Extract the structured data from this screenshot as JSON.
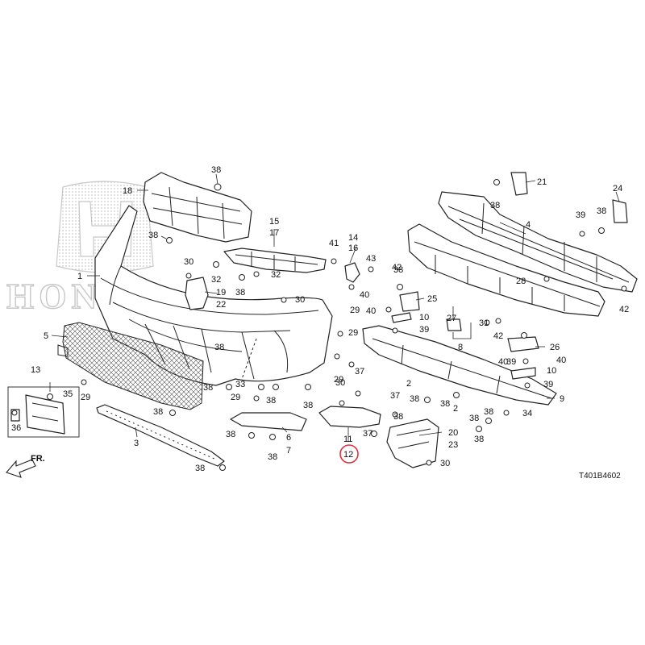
{
  "watermark": {
    "text": "HONDA"
  },
  "direction": {
    "label": "FR."
  },
  "diagram_code": "T401B4602",
  "highlighted_part": "12",
  "callouts": {
    "c1": "1",
    "c2a": "2",
    "c2b": "2",
    "c3": "3",
    "c4": "4",
    "c5": "5",
    "c6": "6",
    "c7": "7",
    "c8": "8",
    "c9": "9",
    "c10a": "10",
    "c10b": "10",
    "c11": "11",
    "c12": "12",
    "c13": "13",
    "c14": "14",
    "c15": "15",
    "c16": "16",
    "c17": "17",
    "c18": "18",
    "c19": "19",
    "c20": "20",
    "c21": "21",
    "c22": "22",
    "c23": "23",
    "c24": "24",
    "c25": "25",
    "c26": "26",
    "c27": "27",
    "c28": "28",
    "c29a": "29",
    "c29b": "29",
    "c29c": "29",
    "c29d": "29",
    "c29e": "29",
    "c30a": "30",
    "c30b": "30",
    "c30c": "30",
    "c30d": "30",
    "c31": "31",
    "c32a": "32",
    "c32b": "32",
    "c33": "33",
    "c34": "34",
    "c35": "35",
    "c36": "36",
    "c37a": "37",
    "c37b": "37",
    "c37c": "37",
    "c38a": "38",
    "c38b": "38",
    "c38c": "38",
    "c38d": "38",
    "c38e": "38",
    "c38f": "38",
    "c38g": "38",
    "c38h": "38",
    "c38i": "38",
    "c38j": "38",
    "c38k": "38",
    "c38l": "38",
    "c38m": "38",
    "c38n": "38",
    "c38o": "38",
    "c38p": "38",
    "c38q": "38",
    "c38r": "38",
    "c38s": "38",
    "c38t": "38",
    "c39a": "39",
    "c39b": "39",
    "c39c": "39",
    "c39d": "39",
    "c40a": "40",
    "c40b": "40",
    "c40c": "40",
    "c40d": "40",
    "c41": "41",
    "c42a": "42",
    "c42b": "42",
    "c42c": "42",
    "c43": "43"
  }
}
